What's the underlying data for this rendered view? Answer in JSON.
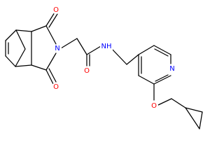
{
  "structure": {
    "bond_color": "#000000",
    "atoms": {
      "imide_o_top": {
        "symbol": "O",
        "color": "#ff0000"
      },
      "imide_n": {
        "symbol": "N",
        "color": "#0000ff"
      },
      "imide_o_bottom": {
        "symbol": "O",
        "color": "#ff0000"
      },
      "amide_o": {
        "symbol": "O",
        "color": "#ff0000"
      },
      "amide_nh": {
        "symbol": "NH",
        "color": "#0000ff"
      },
      "pyridine_n": {
        "symbol": "N",
        "color": "#0000ff"
      },
      "ether_o": {
        "symbol": "O",
        "color": "#ff0000"
      }
    }
  }
}
